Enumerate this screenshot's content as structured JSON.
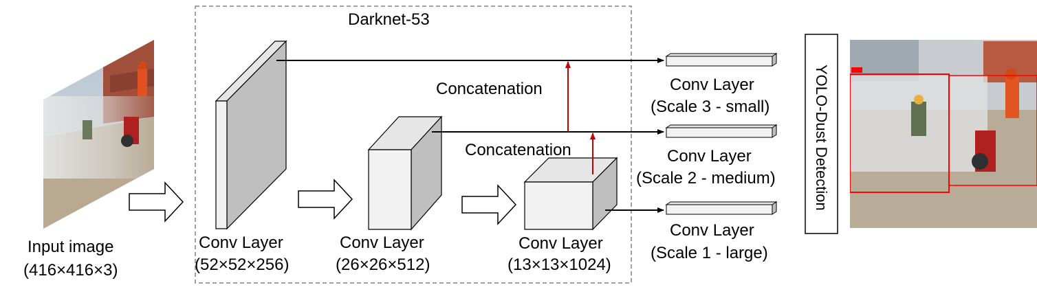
{
  "diagram": {
    "group_title": "Darknet-53",
    "input": {
      "label": "Input image",
      "shape": "(416×416×3)"
    },
    "backbone_layers": [
      {
        "label": "Conv Layer",
        "shape": "(52×52×256)"
      },
      {
        "label": "Conv Layer",
        "shape": "(26×26×512)"
      },
      {
        "label": "Conv Layer",
        "shape": "(13×13×1024)"
      }
    ],
    "concatenations": [
      {
        "label": "Concatenation"
      },
      {
        "label": "Concatenation"
      }
    ],
    "output_layers": [
      {
        "label": "Conv Layer",
        "scale": "(Scale 3 - small)"
      },
      {
        "label": "Conv Layer",
        "scale": "(Scale 2 - medium)"
      },
      {
        "label": "Conv Layer",
        "scale": "(Scale 1 - large)"
      }
    ],
    "detector_label": "YOLO-Dust Detection"
  },
  "colors": {
    "arrow": "#000000",
    "concat_arrow": "#c00000",
    "box_front": "#f2f2f2",
    "box_side": "#bfbfbf",
    "box_top": "#e6e6e6",
    "dashed_border": "#808080",
    "detection_box": "#ff0000"
  }
}
